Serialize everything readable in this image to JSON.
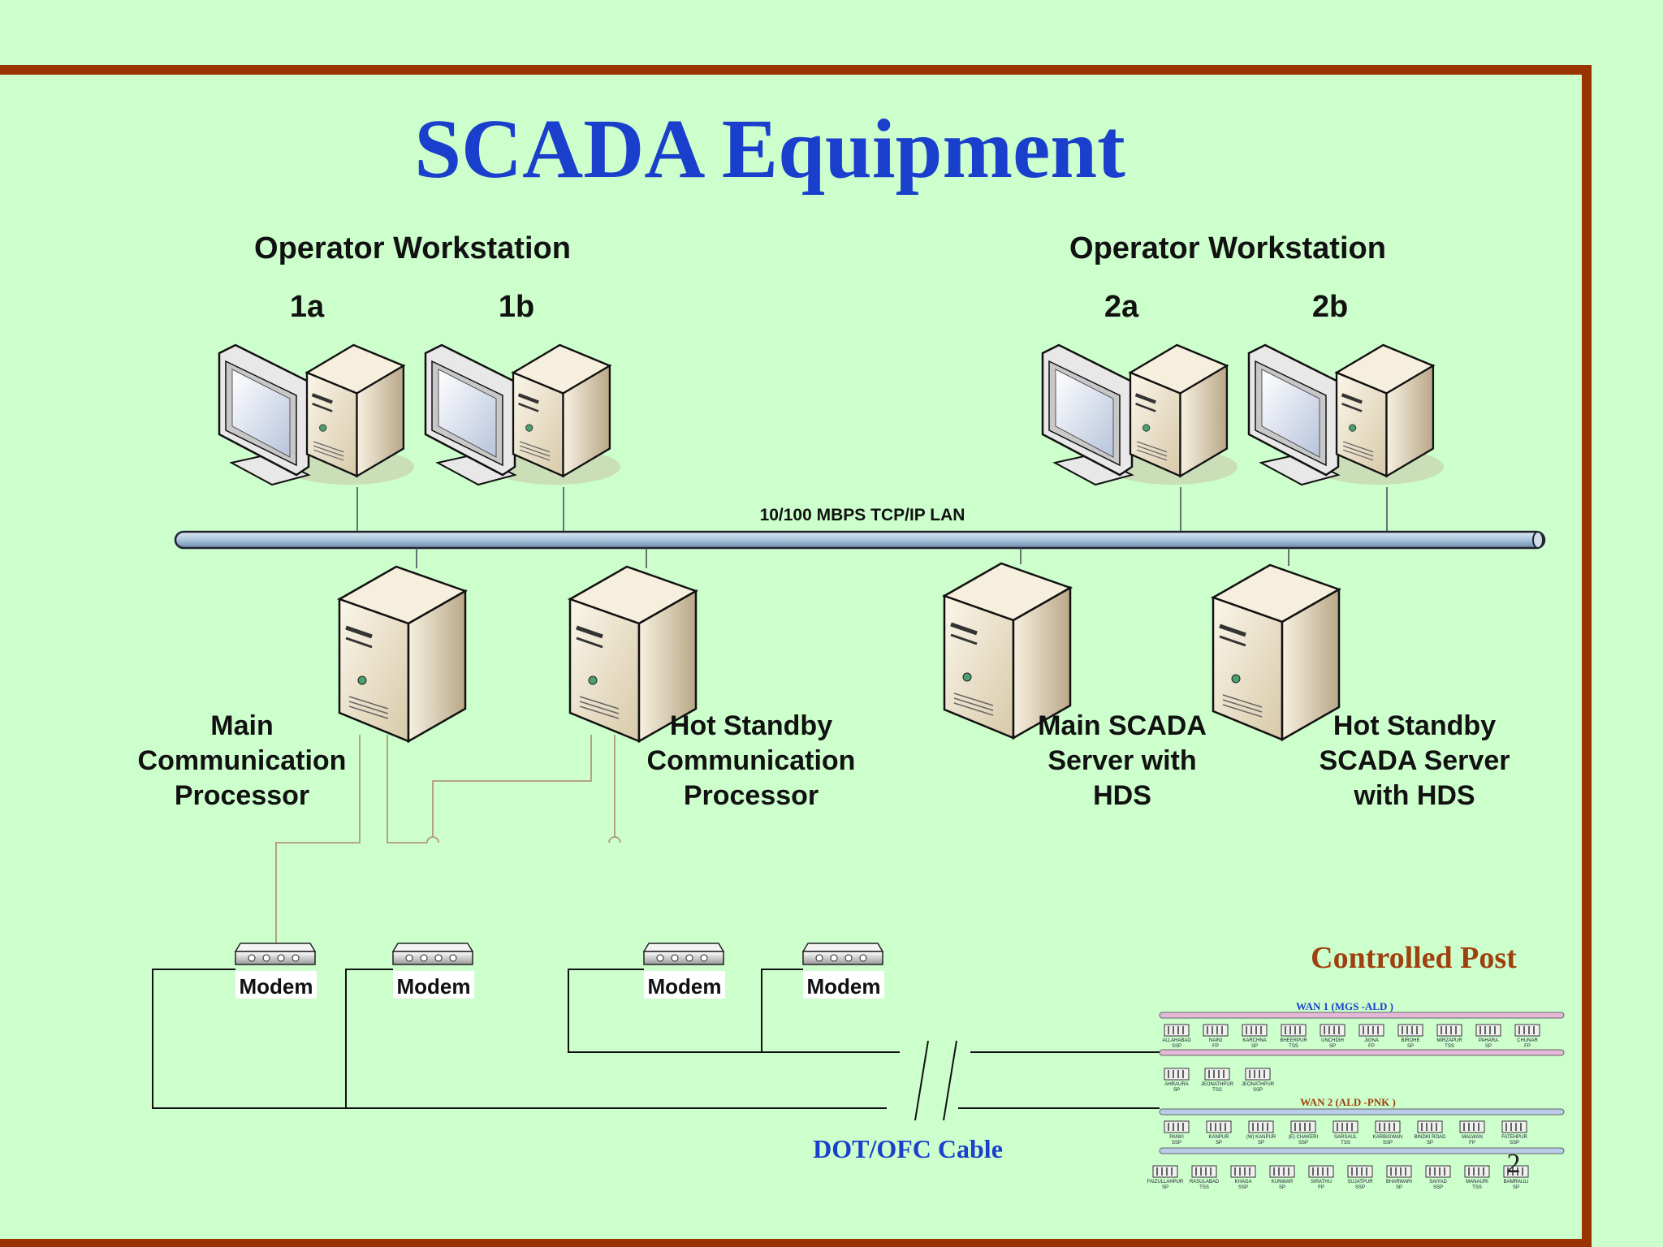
{
  "title": "SCADA Equipment",
  "workstation_groups": [
    {
      "label": "Operator Workstation",
      "units": [
        "1a",
        "1b"
      ]
    },
    {
      "label": "Operator Workstation",
      "units": [
        "2a",
        "2b"
      ]
    }
  ],
  "lan_label": "10/100 MBPS TCP/IP LAN",
  "servers": [
    {
      "lines": [
        "Main",
        "Communication",
        "Processor"
      ]
    },
    {
      "lines": [
        "Hot Standby",
        "Communication",
        "Processor"
      ]
    },
    {
      "lines": [
        "Main SCADA",
        "Server with",
        "HDS"
      ]
    },
    {
      "lines": [
        "Hot Standby",
        "SCADA Server",
        "with HDS"
      ]
    }
  ],
  "modems": [
    "Modem",
    "Modem",
    "Modem",
    "Modem"
  ],
  "cable_label": "DOT/OFC Cable",
  "controlled_post": {
    "title": "Controlled Post",
    "wan1_label": "WAN 1 (MGS -ALD )",
    "wan2_label": "WAN 2 (ALD -PNK )",
    "wan1_row1": [
      "ALLAHABAD SSP",
      "NAINI FP",
      "KARCHNA SP",
      "BHEERPUR TSS",
      "UNCHDIH SP",
      "JIGNA FP",
      "BIROHE SP",
      "MIRZAPUR TSS",
      "PAHARA SP",
      "CHUNAR FP"
    ],
    "wan1_row2": [
      "AHRAURA SP",
      "JEONATHPUR TSS",
      "JEONATHPUR SSP"
    ],
    "wan2_row1": [
      "PANKI SSP",
      "KANPUR SP",
      "(W) KANPUR SP",
      "(E) CHAKERI SSP",
      "SARSAUL TSS",
      "KARBIGWAN SSP",
      "BINDKI ROAD SP",
      "MALWAN FP",
      "FATEHPUR SSP"
    ],
    "wan2_row2": [
      "FAIZULLAHPUR SP",
      "RASULABAD TSS",
      "KHAGA SSP",
      "KUNWAR SP",
      "SIRATHU FP",
      "SUJATPUR SSP",
      "BHARWARI SP",
      "SAIYAD SSP",
      "MANAURI TSS",
      "BAMRAULI SP"
    ],
    "page_number": "2"
  },
  "colors": {
    "background": "#ccffcc",
    "frame": "#993300",
    "title": "#1a3fcc",
    "controlled_post_title": "#a0400f",
    "lan_bus": "#a9c4dc"
  }
}
